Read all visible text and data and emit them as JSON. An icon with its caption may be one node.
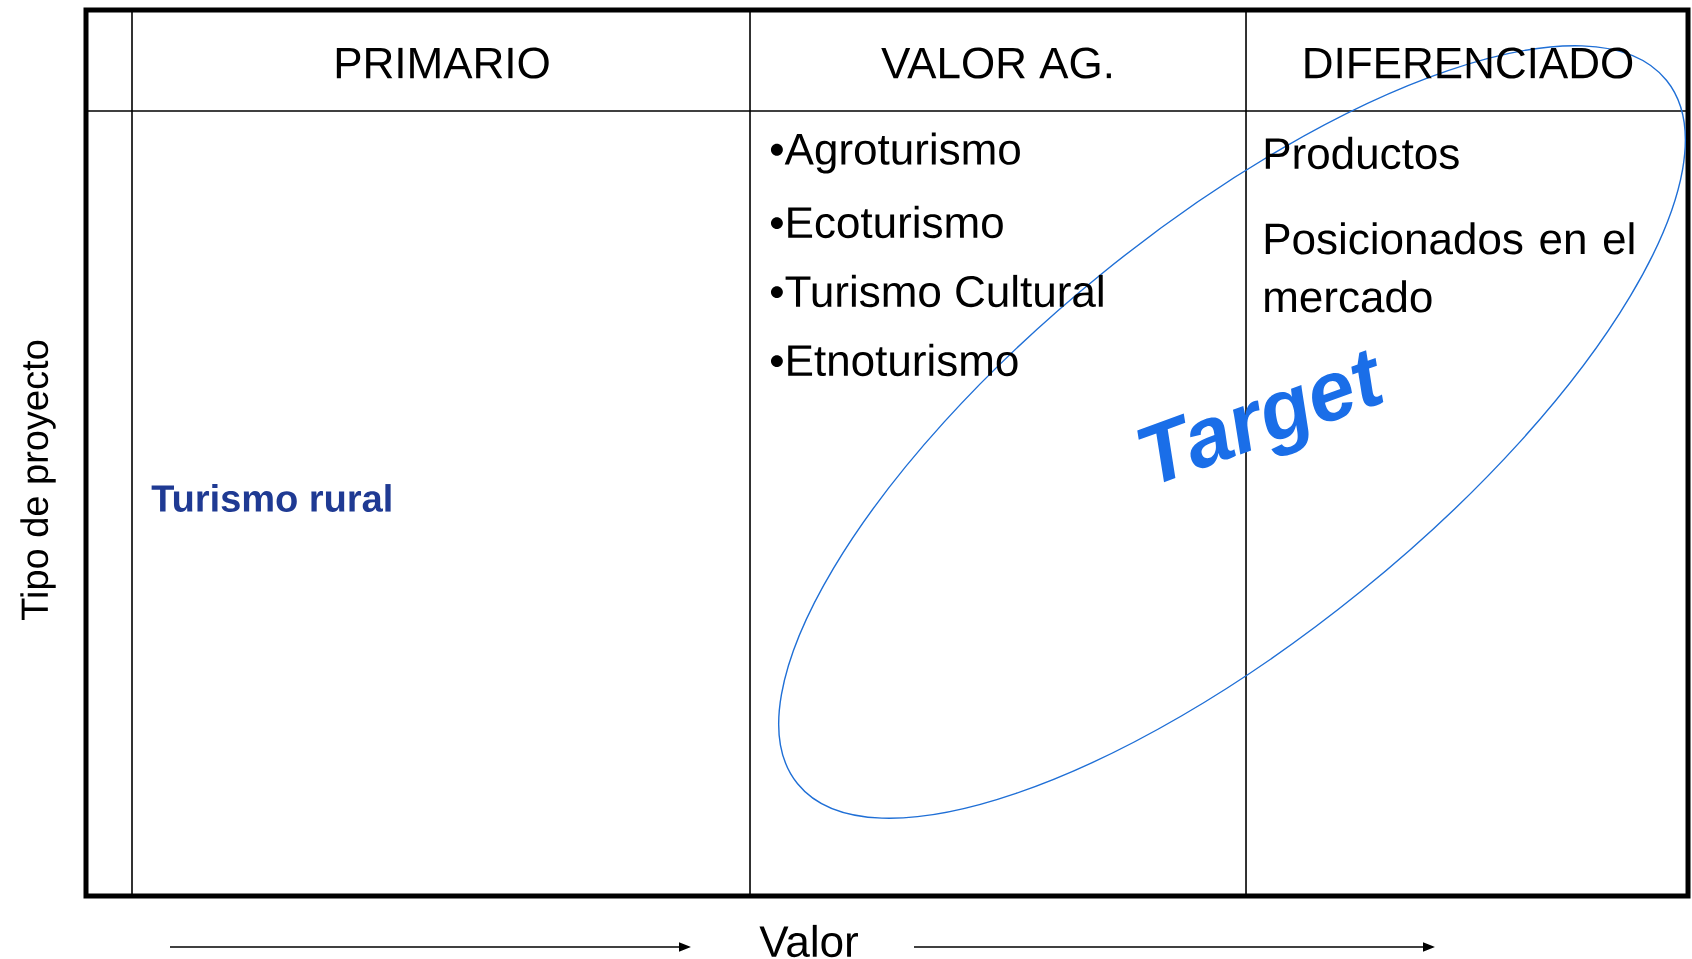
{
  "diagram": {
    "nodes": [
      {
        "text": [
          "Target"
        ]
      }
    ],
    "labels": [
      "PRIMARIO",
      "VALOR AG.",
      "DIFERENCIADO",
      "Turismo rural",
      "•Agroturismo",
      "•Ecoturismo",
      "•Turismo Cultural",
      "•Etnoturismo",
      "Productos",
      "Posicionados en el mercado",
      "Tipo de proyecto",
      "Valor"
    ]
  }
}
